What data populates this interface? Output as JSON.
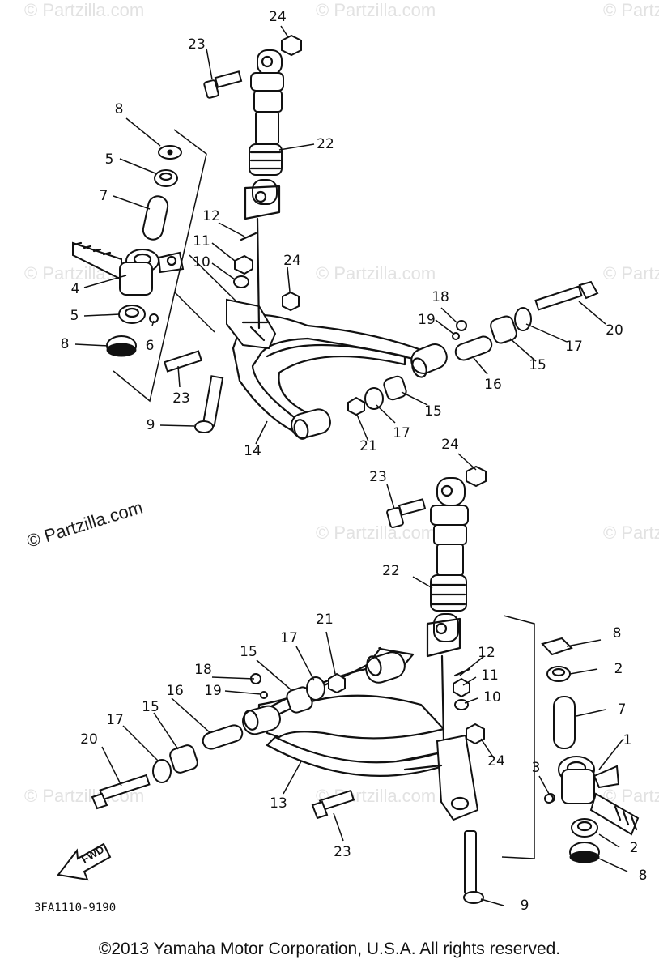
{
  "watermark": {
    "text": "© Partzilla.com",
    "tiles": [
      "© Partzilla.com",
      "© Partzilla.com",
      "© Partzilla.com",
      "© Partzilla.com",
      "© Partzilla.com",
      "© Partzilla.com",
      "© Partzilla.com",
      "© Partzilla.com",
      "© Partzilla.com",
      "© Partzilla.com",
      "© Partzilla.com"
    ]
  },
  "diagram_code": "3FA1110-9190",
  "fwd_label": "FWD",
  "copyright": "©2013  Yamaha Motor Corporation, U.S.A. All rights reserved.",
  "callouts": {
    "top": [
      "24",
      "23",
      "22",
      "8",
      "5",
      "7",
      "12",
      "11",
      "10",
      "24",
      "4",
      "5",
      "8",
      "6",
      "18",
      "19",
      "20",
      "17",
      "15",
      "16",
      "23",
      "9",
      "14",
      "21",
      "17",
      "15"
    ],
    "bottom": [
      "24",
      "23",
      "22",
      "8",
      "2",
      "7",
      "1",
      "21",
      "17",
      "15",
      "18",
      "19",
      "16",
      "15",
      "17",
      "20",
      "12",
      "11",
      "10",
      "24",
      "13",
      "3",
      "23",
      "2",
      "8",
      "9"
    ]
  }
}
